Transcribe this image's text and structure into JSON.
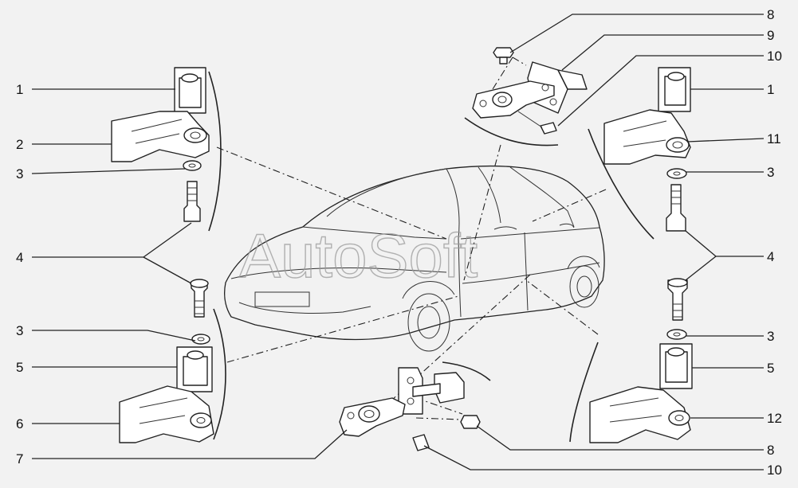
{
  "watermark": "AutoSoft",
  "callouts": [
    {
      "id": "l1",
      "text": "1"
    },
    {
      "id": "l2",
      "text": "2"
    },
    {
      "id": "l3a",
      "text": "3"
    },
    {
      "id": "l4a",
      "text": "4"
    },
    {
      "id": "l3b",
      "text": "3"
    },
    {
      "id": "l5a",
      "text": "5"
    },
    {
      "id": "l6",
      "text": "6"
    },
    {
      "id": "l7",
      "text": "7"
    },
    {
      "id": "l8a",
      "text": "8"
    },
    {
      "id": "l9",
      "text": "9"
    },
    {
      "id": "l10a",
      "text": "10"
    },
    {
      "id": "r1",
      "text": "1"
    },
    {
      "id": "r11",
      "text": "11"
    },
    {
      "id": "r3a",
      "text": "3"
    },
    {
      "id": "r4",
      "text": "4"
    },
    {
      "id": "r3b",
      "text": "3"
    },
    {
      "id": "r5",
      "text": "5"
    },
    {
      "id": "r12",
      "text": "12"
    },
    {
      "id": "r8",
      "text": "8"
    },
    {
      "id": "r10",
      "text": "10"
    }
  ]
}
